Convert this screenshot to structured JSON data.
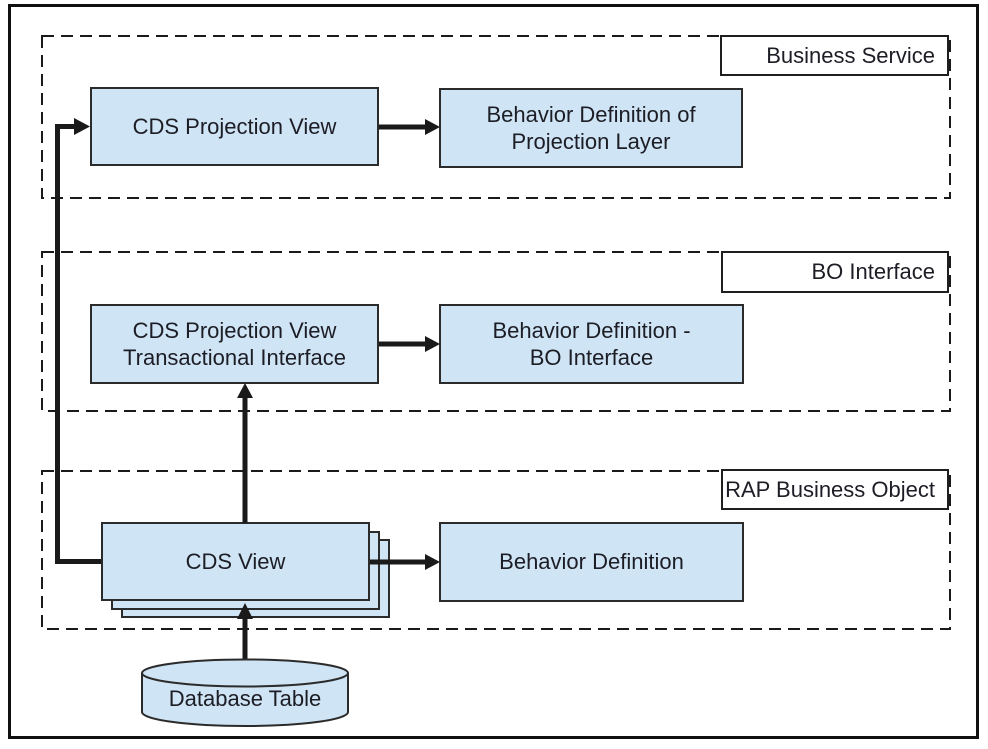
{
  "figure": {
    "type": "architecture-diagram",
    "sections": [
      {
        "title": "Business Service",
        "nodes": [
          {
            "id": "cds-projection-view",
            "lines": [
              "CDS Projection View"
            ]
          },
          {
            "id": "behavior-definition-projection-layer",
            "lines": [
              "Behavior Definition of",
              "Projection Layer"
            ]
          }
        ]
      },
      {
        "title": "BO Interface",
        "nodes": [
          {
            "id": "cds-projection-view-transactional-interface",
            "lines": [
              "CDS Projection View",
              "Transactional Interface"
            ]
          },
          {
            "id": "behavior-definition-bo-interface",
            "lines": [
              "Behavior Definition -",
              "BO Interface"
            ]
          }
        ]
      },
      {
        "title": "RAP Business Object",
        "nodes": [
          {
            "id": "cds-view",
            "lines": [
              "CDS View"
            ]
          },
          {
            "id": "behavior-definition",
            "lines": [
              "Behavior Definition"
            ]
          }
        ]
      }
    ],
    "database": {
      "lines": [
        "Database Table"
      ]
    },
    "connections": [
      "CDS View -> CDS Projection View",
      "CDS View -> CDS Projection View Transactional Interface",
      "CDS Projection View -> Behavior Definition of Projection Layer",
      "CDS Projection View Transactional Interface -> Behavior Definition - BO Interface",
      "CDS View -> Behavior Definition",
      "Database Table -> CDS View"
    ],
    "colors": {
      "node_fill": "#cfe4f4",
      "node_border": "#2b2b2b",
      "line": "#1a1a1a",
      "text": "#1d1d26",
      "background": "#ffffff"
    }
  }
}
